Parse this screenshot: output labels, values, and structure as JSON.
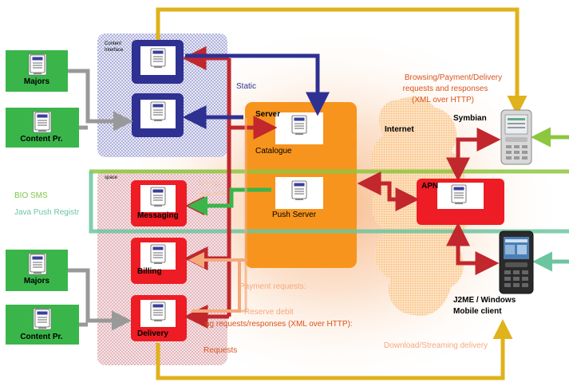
{
  "boxes": {
    "majors_top": "Majors",
    "content_top": "Content Pr.",
    "majors_bottom": "Majors",
    "content_bottom": "Content Pr.",
    "messaging": "Messaging",
    "billing": "Billing",
    "delivery": "Delivery",
    "server": "Server",
    "catalogue": "Catalogue",
    "push_server": "Push Server",
    "apn": "APN"
  },
  "labels": {
    "content_interface": "Content",
    "content_interface_2": "Interface",
    "space_top": "space",
    "static": "Static",
    "internet": "Internet",
    "symbian": "Symbian",
    "browsing_1": "Browsing/Payment/Delivery",
    "browsing_2": "requests and responses",
    "browsing_3": "(XML over HTTP)",
    "bio_sms": "BIO SMS",
    "java_push": "Java Push Registr",
    "payment_requests": "Payment requests:",
    "reserve_debit": "Reserve debit",
    "billing_requests": "ng requests/responses (XML over HTTP):",
    "requests": "Requests",
    "j2me_1": "J2ME / Windows",
    "j2me_2": "Mobile client",
    "download": "Download/Streaming delivery",
    "faint_1": "Notifica",
    "faint_2": "requests"
  },
  "colors": {
    "green_box": "#3ab54a",
    "red_box": "#ee1c24",
    "navy_box": "#2e3192",
    "orange_box": "#f7941d",
    "arrow_red": "#c1272d",
    "arrow_navy": "#2e3192",
    "arrow_gray": "#999999",
    "arrow_gold": "#e0b21b",
    "arrow_lightgreen": "#8dc63f",
    "arrow_teal": "#6cc5a0",
    "text_red": "#d9541e",
    "text_green": "#7ac943",
    "text_navy": "#2e3192",
    "text_orange": "#f7941d"
  }
}
